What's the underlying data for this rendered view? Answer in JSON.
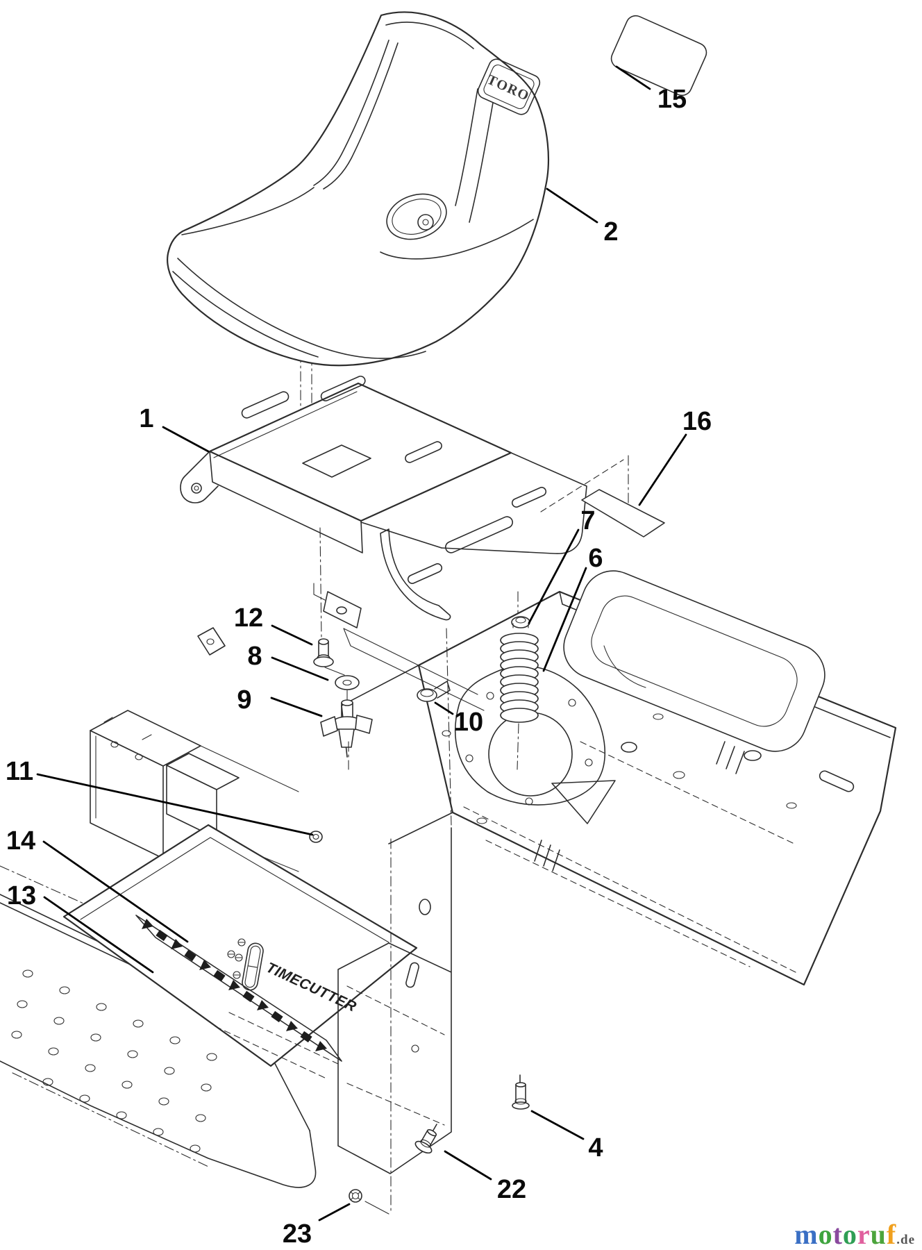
{
  "diagram": {
    "title": "seat-assembly-exploded-diagram",
    "ink_color": "#2d2d2d",
    "label_color": "#0b0b0b",
    "seat_badge": "TORO",
    "panel_brand": "TIMECUTTER",
    "part_labels": {
      "l1": "1",
      "l2": "2",
      "l4": "4",
      "l6": "6",
      "l7": "7",
      "l8": "8",
      "l9": "9",
      "l10": "10",
      "l11": "11",
      "l12": "12",
      "l13": "13",
      "l14": "14",
      "l15": "15",
      "l16": "16",
      "l22": "22",
      "l23": "23"
    }
  },
  "watermark": {
    "letters": [
      {
        "ch": "m",
        "color": "#3a6fc4"
      },
      {
        "ch": "o",
        "color": "#3fa43f"
      },
      {
        "ch": "t",
        "color": "#8a4a9e"
      },
      {
        "ch": "o",
        "color": "#2f9e55"
      },
      {
        "ch": "r",
        "color": "#e0609e"
      },
      {
        "ch": "u",
        "color": "#4ca43c"
      },
      {
        "ch": "f",
        "color": "#f0a01e"
      }
    ],
    "suffix": ".de",
    "suffix_color": "#555555"
  }
}
